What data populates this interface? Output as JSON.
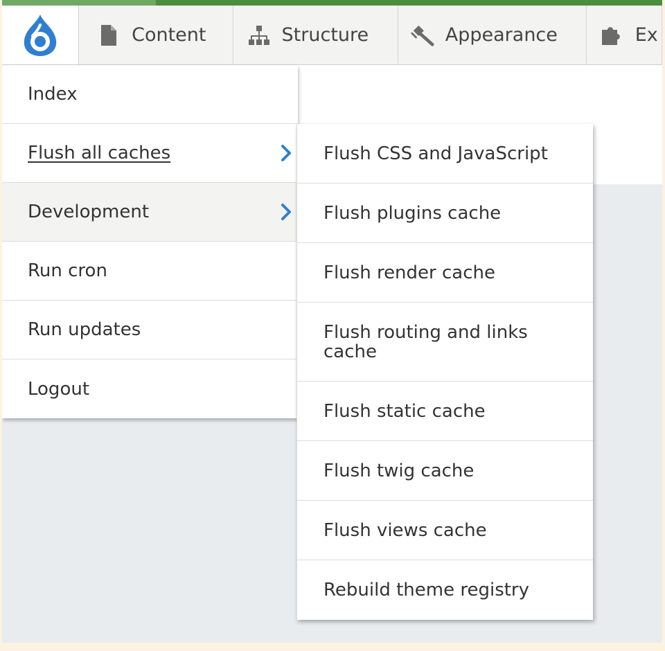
{
  "toolbar": {
    "logo_icon": "drupal-drop-icon",
    "items": [
      {
        "label": "Content",
        "icon": "document-icon"
      },
      {
        "label": "Structure",
        "icon": "sitemap-icon"
      },
      {
        "label": "Appearance",
        "icon": "paint-tools-icon"
      },
      {
        "label": "Ex",
        "icon": "puzzle-piece-icon"
      }
    ]
  },
  "menu": {
    "items": [
      {
        "label": "Index"
      },
      {
        "label": "Flush all caches",
        "has_submenu": true,
        "underlined": true
      },
      {
        "label": "Development",
        "has_submenu": true
      },
      {
        "label": "Run cron"
      },
      {
        "label": "Run updates"
      },
      {
        "label": "Logout"
      }
    ]
  },
  "submenu": {
    "items": [
      {
        "label": "Flush CSS and JavaScript"
      },
      {
        "label": "Flush plugins cache"
      },
      {
        "label": "Flush render cache"
      },
      {
        "label": "Flush routing and links cache"
      },
      {
        "label": "Flush static cache"
      },
      {
        "label": "Flush twig cache"
      },
      {
        "label": "Flush views cache"
      },
      {
        "label": "Rebuild theme registry"
      }
    ]
  },
  "colors": {
    "accent_blue": "#2f7fd0",
    "topbar_green": "#4a8f3f",
    "toolbar_bg": "#f3f3f1"
  }
}
